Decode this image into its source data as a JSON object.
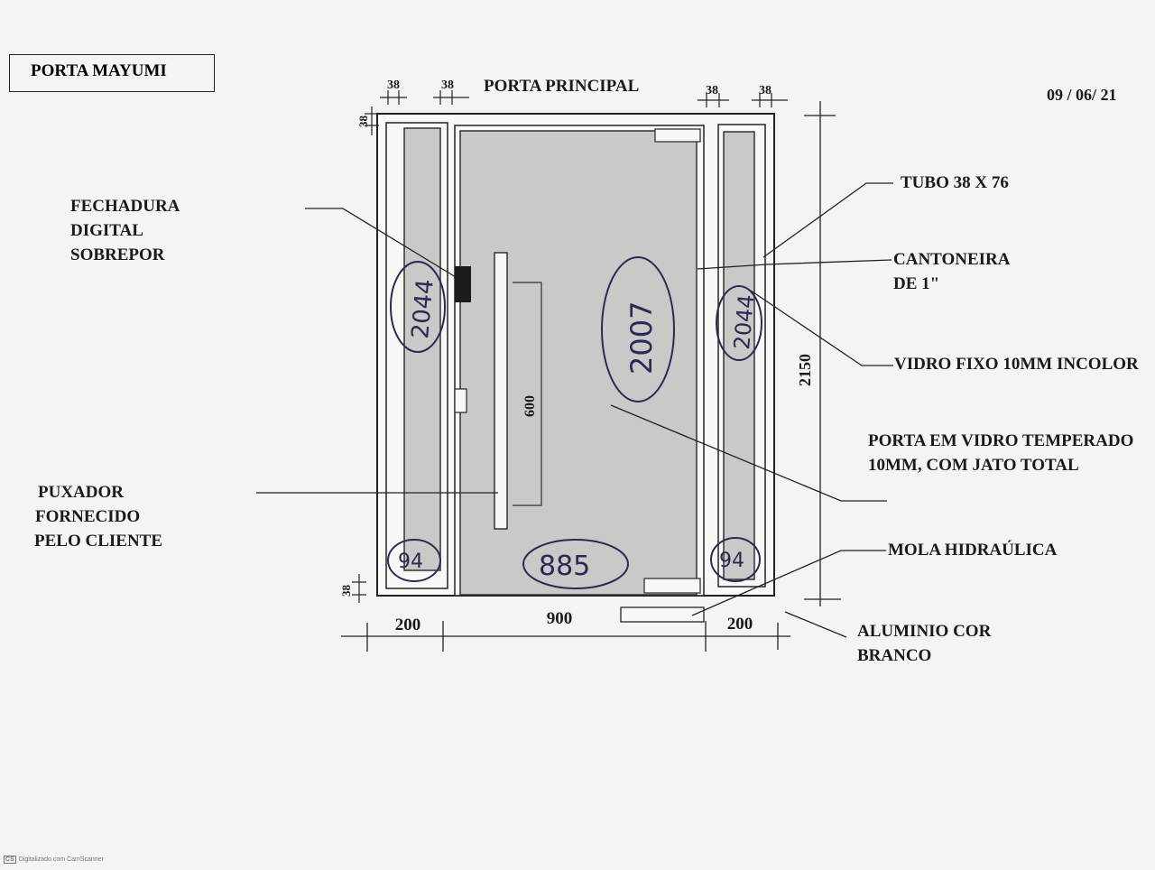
{
  "title": "PORTA MAYUMI",
  "subtitle": "PORTA PRINCIPAL",
  "date": "09 / 06/ 21",
  "dimensions": {
    "profile": "38",
    "left_width": "200",
    "door_width": "900",
    "right_width": "200",
    "total_height": "2150",
    "handle_length": "600"
  },
  "handwritten": {
    "left_panel_height": "2044",
    "door_height": "2007",
    "right_panel_height": "2044",
    "left_panel_width": "94",
    "door_leaf_width": "885",
    "right_panel_width": "94"
  },
  "labels": {
    "fechadura": [
      "FECHADURA",
      "DIGITAL",
      "SOBREPOR"
    ],
    "puxador": [
      "PUXADOR",
      "FORNECIDO",
      "PELO CLIENTE"
    ],
    "tubo": "TUBO  38 X 76",
    "cantoneira": [
      "CANTONEIRA",
      "DE 1\""
    ],
    "vidro_fixo": "VIDRO FIXO 10MM INCOLOR",
    "porta_vidro": [
      "PORTA EM VIDRO TEMPERADO",
      "10MM, COM  JATO TOTAL"
    ],
    "mola": "MOLA HIDRAÚLICA",
    "aluminio": [
      "ALUMINIO COR",
      "BRANCO"
    ]
  },
  "colors": {
    "glass": "#c9c9c7",
    "frame": "#f8f8f6",
    "line": "#222222",
    "ink": "#2b2a55"
  },
  "scan_mark": "Digitalizado com CamScanner"
}
